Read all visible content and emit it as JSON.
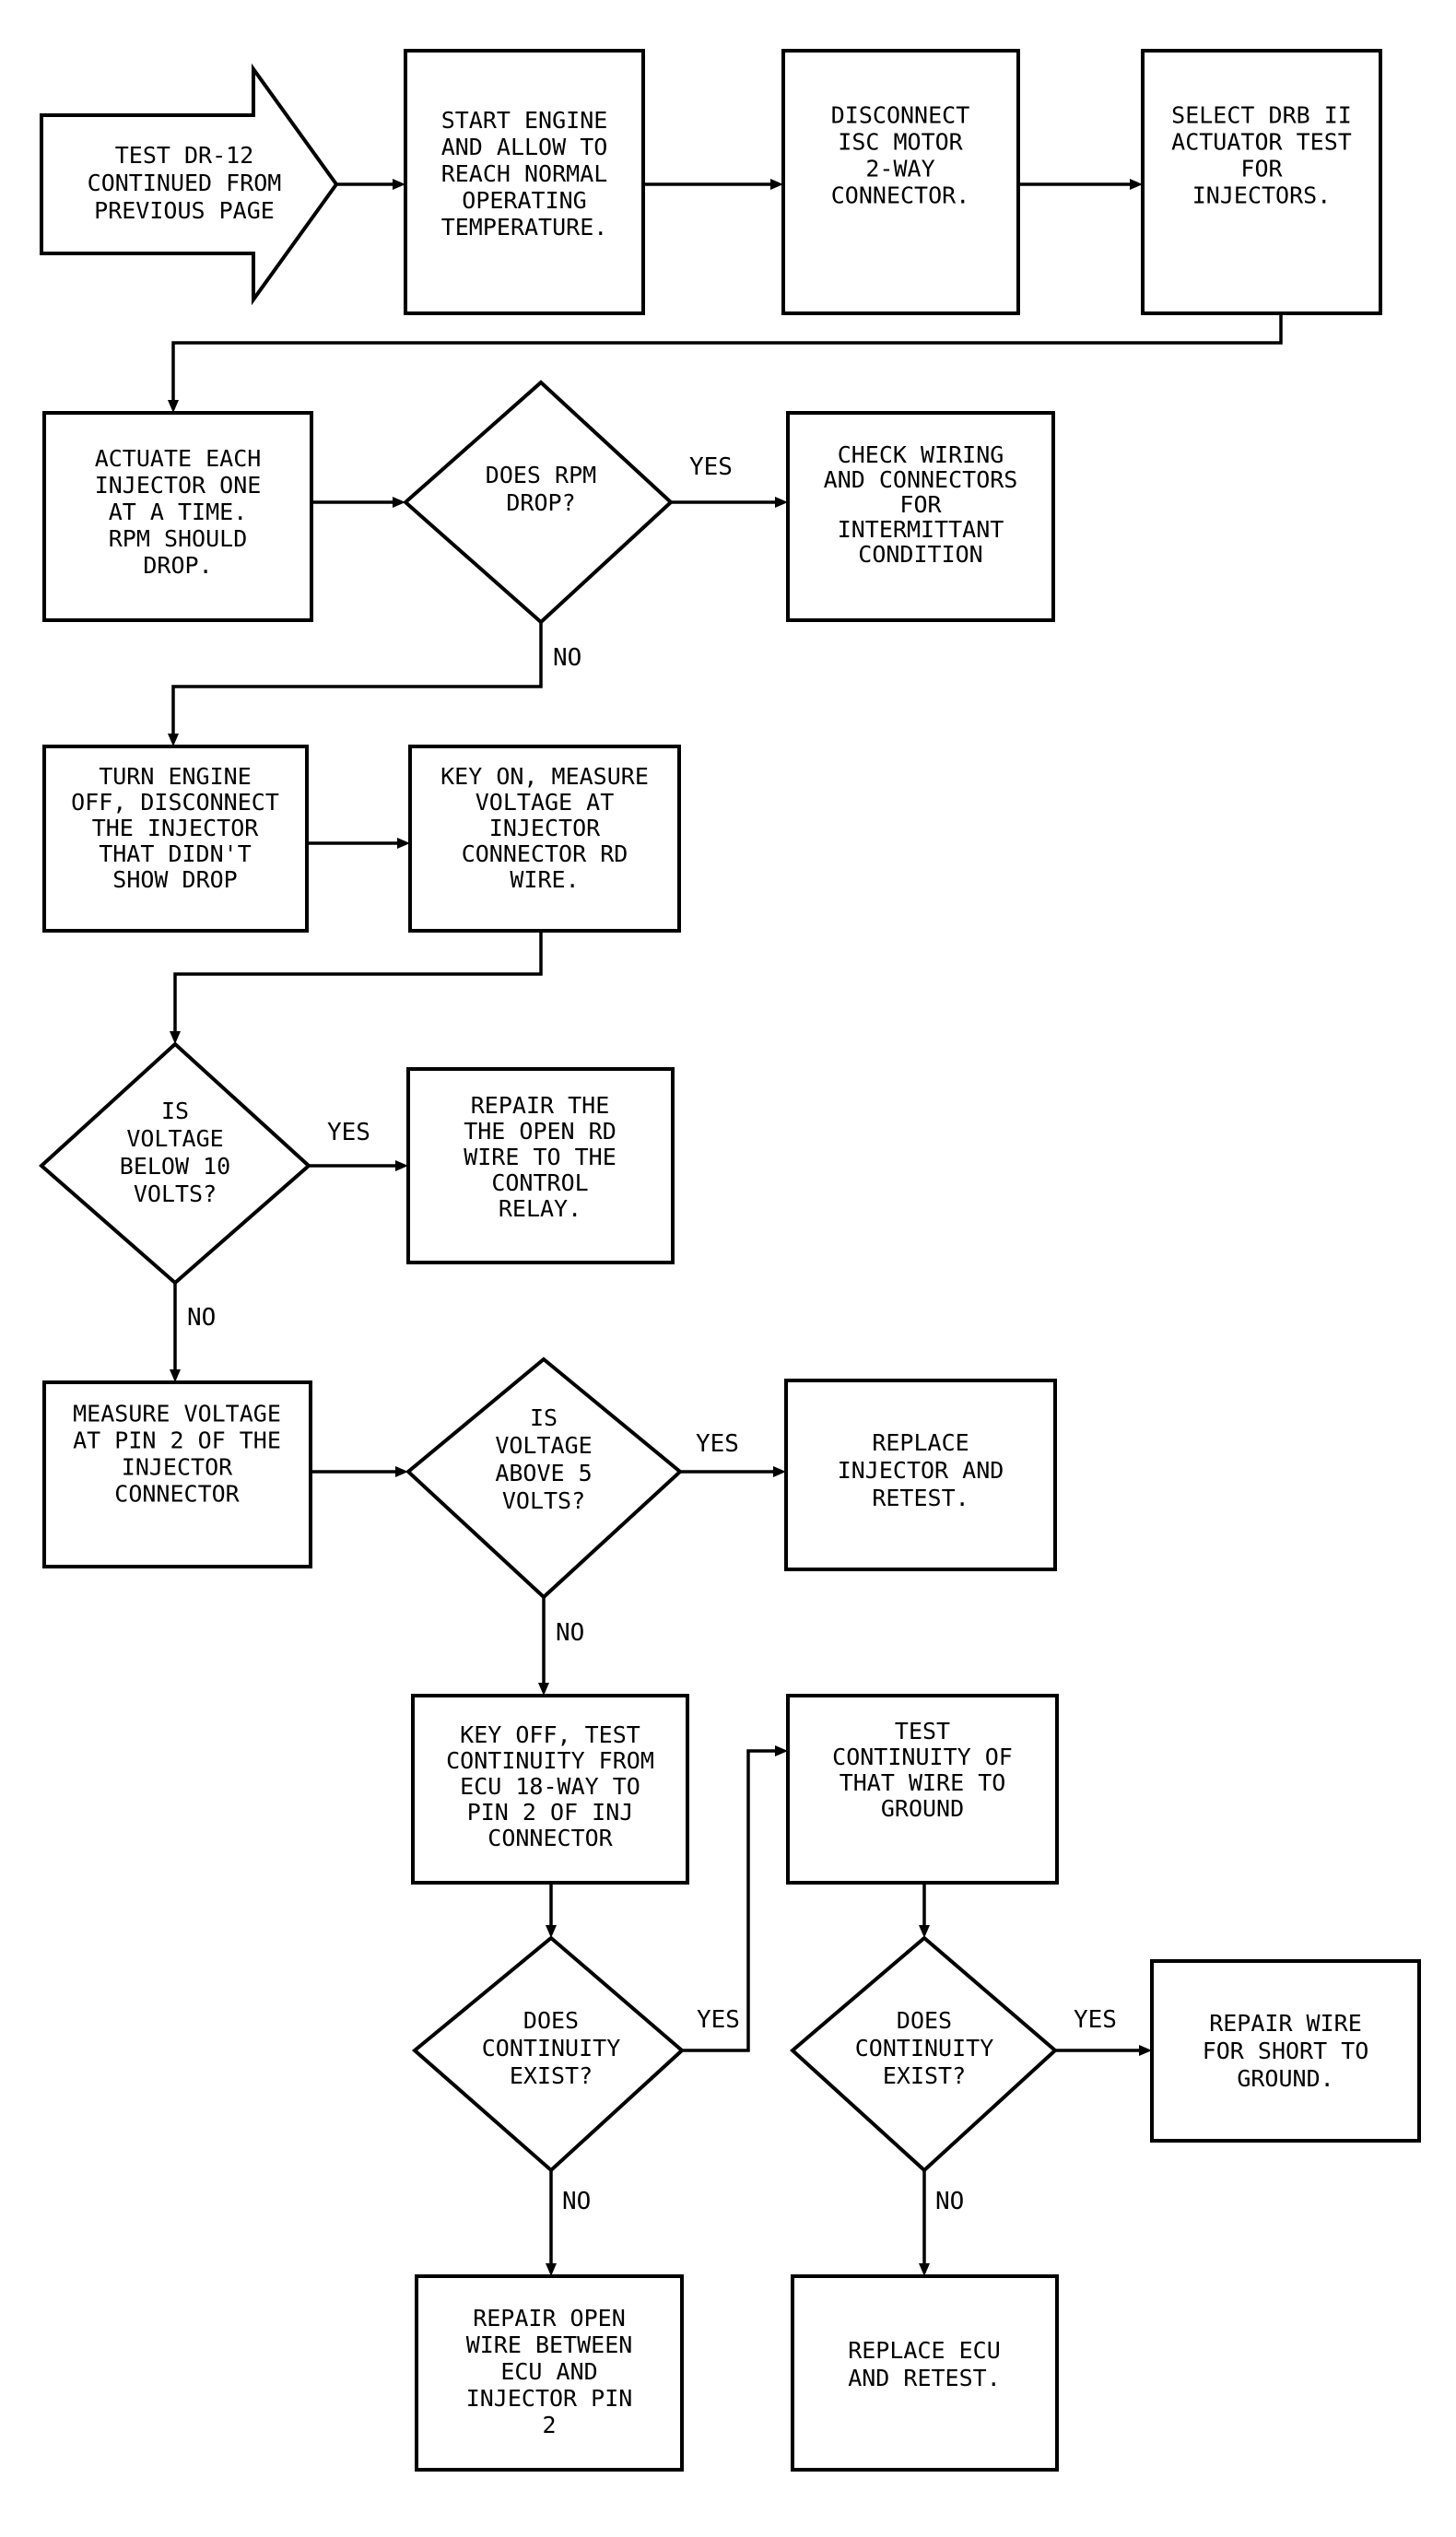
{
  "flowchart": {
    "nodes": {
      "start": [
        "TEST DR-12",
        "CONTINUED FROM",
        "PREVIOUS PAGE"
      ],
      "start_engine": [
        "START ENGINE",
        "AND ALLOW TO",
        "REACH NORMAL",
        "OPERATING",
        "TEMPERATURE."
      ],
      "disconnect_isc": [
        "DISCONNECT",
        "ISC MOTOR",
        "2-WAY",
        "CONNECTOR."
      ],
      "select_drb": [
        "SELECT DRB II",
        "ACTUATOR TEST",
        "FOR",
        "INJECTORS."
      ],
      "actuate": [
        "ACTUATE EACH",
        "INJECTOR ONE",
        "AT A TIME.",
        "RPM SHOULD",
        "DROP."
      ],
      "rpm_drop": [
        "DOES RPM",
        "DROP?"
      ],
      "check_wiring": [
        "CHECK WIRING",
        "AND CONNECTORS",
        "FOR",
        "INTERMITTANT",
        "CONDITION"
      ],
      "turn_off": [
        "TURN ENGINE",
        "OFF, DISCONNECT",
        "THE INJECTOR",
        "THAT DIDN'T",
        "SHOW DROP"
      ],
      "key_on": [
        "KEY ON, MEASURE",
        "VOLTAGE AT",
        "INJECTOR",
        "CONNECTOR RD",
        "WIRE."
      ],
      "below_10": [
        "IS",
        "VOLTAGE",
        "BELOW 10",
        "VOLTS?"
      ],
      "repair_rd": [
        "REPAIR THE",
        "THE OPEN RD",
        "WIRE TO THE",
        "CONTROL",
        "RELAY."
      ],
      "measure_pin2": [
        "MEASURE VOLTAGE",
        "AT PIN 2 OF THE",
        "INJECTOR",
        "CONNECTOR"
      ],
      "above_5": [
        "IS",
        "VOLTAGE",
        "ABOVE 5",
        "VOLTS?"
      ],
      "replace_injector": [
        "REPLACE",
        "INJECTOR AND",
        "RETEST."
      ],
      "key_off": [
        "KEY OFF, TEST",
        "CONTINUITY FROM",
        "ECU 18-WAY TO",
        "PIN 2 OF INJ",
        "CONNECTOR"
      ],
      "test_ground": [
        "TEST",
        "CONTINUITY OF",
        "THAT WIRE TO",
        "GROUND"
      ],
      "cont_1": [
        "DOES",
        "CONTINUITY",
        "EXIST?"
      ],
      "cont_2": [
        "DOES",
        "CONTINUITY",
        "EXIST?"
      ],
      "repair_short": [
        "REPAIR WIRE",
        "FOR SHORT TO",
        "GROUND."
      ],
      "repair_open": [
        "REPAIR OPEN",
        "WIRE BETWEEN",
        "ECU AND",
        "INJECTOR PIN",
        "2"
      ],
      "replace_ecu": [
        "REPLACE ECU",
        "AND RETEST."
      ]
    },
    "answers": {
      "yes": "YES",
      "no": "NO"
    }
  }
}
